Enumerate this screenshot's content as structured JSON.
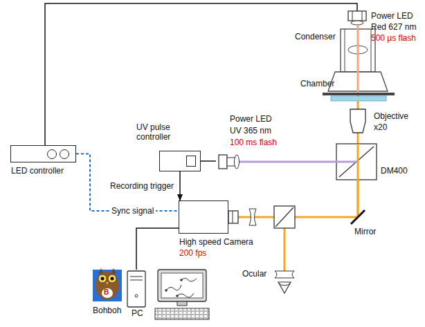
{
  "diagram": {
    "nodes": [
      {
        "text": [
          "Power LED",
          "Red 627 nm",
          "500 µs flash"
        ]
      },
      {
        "text": [
          "UV pulse controller"
        ]
      },
      {
        "text": [
          "Power LED",
          "UV 365 nm",
          "100 ms flash"
        ]
      },
      {
        "text": [
          "LED controller"
        ]
      },
      {
        "text": [
          "High speed Camera",
          "200 fps"
        ]
      },
      {
        "text": [
          "PC"
        ]
      }
    ],
    "edges": [
      {
        "from": 3,
        "to": 0,
        "arrow": "none"
      },
      {
        "from": 3,
        "to": 4,
        "label": "Sync signal",
        "arrow": "none"
      },
      {
        "from": 1,
        "to": 4,
        "label": "Recording trigger",
        "arrow": "to"
      },
      {
        "from": 1,
        "to": 2,
        "arrow": "none"
      },
      {
        "from": 4,
        "to": 5,
        "arrow": "none"
      }
    ],
    "labels": [
      "Condenser",
      "Chamber",
      "Objective",
      "x20",
      "DM400",
      "Mirror",
      "Ocular",
      "Bohboh",
      "B"
    ]
  }
}
